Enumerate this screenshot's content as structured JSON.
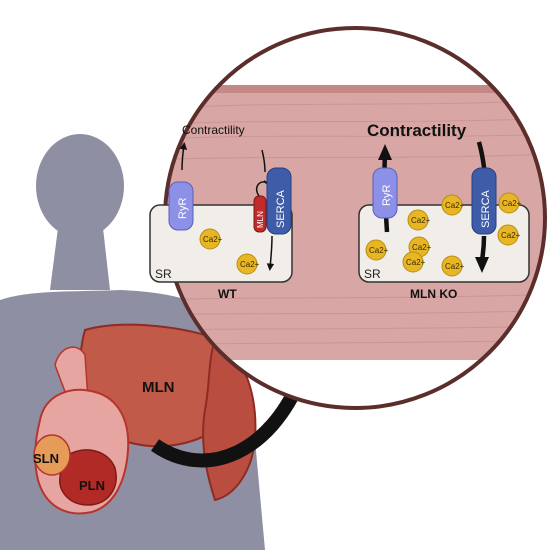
{
  "colors": {
    "silhouette": "#8f8fa3",
    "muscle": "#c25a4a",
    "muscle_dark": "#8e2b25",
    "heart_pink": "#e7a5a2",
    "heart_dark": "#b5352d",
    "sln_orange": "#e79b59",
    "zoom_fill": "#d8a6a4",
    "zoom_ring": "#5b2e2b",
    "sr_box": "#f1ede8",
    "ryr": "#8c90e6",
    "serca": "#3f5ca8",
    "mln": "#c02a2a",
    "calcium": "#e8b624",
    "arrow": "#111111"
  },
  "labels": {
    "mln_organ": "MLN",
    "sln": "SLN",
    "pln": "PLN"
  },
  "panels": {
    "wt": {
      "title": "WT",
      "contractility": "Contractility",
      "sr": "SR",
      "ryr": "RyR",
      "serca": "SERCA",
      "mln": "MLN",
      "calcium": [
        "Ca2+",
        "Ca2+"
      ]
    },
    "ko": {
      "title": "MLN KO",
      "contractility": "Contractility",
      "sr": "SR",
      "ryr": "RyR",
      "serca": "SERCA",
      "calcium": [
        "Ca2+",
        "Ca2+",
        "Ca2+",
        "Ca2+",
        "Ca2+",
        "Ca2+",
        "Ca2+",
        "Ca2+"
      ]
    }
  }
}
